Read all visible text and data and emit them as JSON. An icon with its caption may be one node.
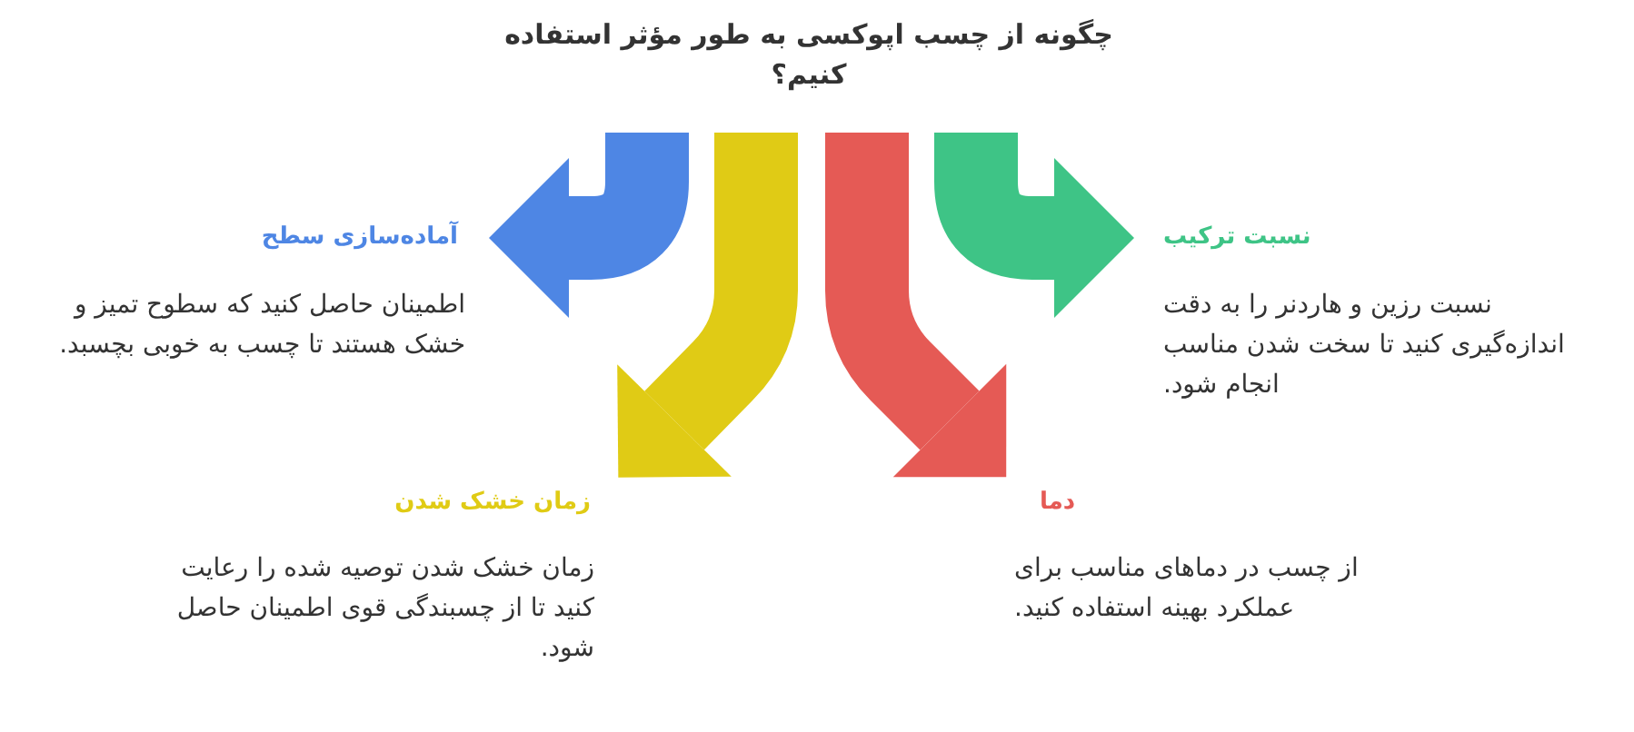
{
  "diagram": {
    "title": "چگونه از چسب اپوکسی به طور مؤثر استفاده کنیم؟",
    "nodes": [
      {
        "text": [
          "نسبت ترکیب",
          "نسبت رزین و هاردنر را به دقت اندازه‌گیری کنید تا سخت شدن مناسب انجام شود."
        ]
      },
      {
        "text": [
          "آماده‌سازی سطح",
          "اطمینان حاصل کنید که سطوح تمیز و خشک هستند تا چسب به خوبی بچسبد."
        ]
      },
      {
        "text": [
          "دما",
          "از چسب در دماهای مناسب برای عملکرد بهینه استفاده کنید."
        ]
      },
      {
        "text": [
          "زمان خشک شدن",
          "زمان خشک شدن توصیه شده را رعایت کنید تا از چسبندگی قوی اطمینان حاصل شود."
        ]
      }
    ],
    "edges": [
      {
        "from": null,
        "to": 1,
        "arrow": "to",
        "color": "#4e86e4"
      },
      {
        "from": null,
        "to": 3,
        "arrow": "to",
        "color": "#e0cb15"
      },
      {
        "from": null,
        "to": 2,
        "arrow": "to",
        "color": "#e55a55"
      },
      {
        "from": null,
        "to": 0,
        "arrow": "to",
        "color": "#3ec486"
      }
    ]
  }
}
